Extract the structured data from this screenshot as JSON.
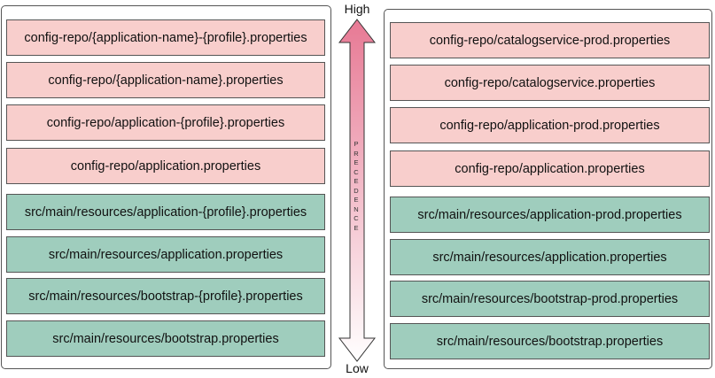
{
  "arrow": {
    "high_label": "High",
    "low_label": "Low",
    "axis_letters": [
      "P",
      "R",
      "E",
      "C",
      "E",
      "D",
      "E",
      "N",
      "C",
      "E"
    ],
    "gradient_top": "#e77994",
    "gradient_bottom": "#ffffff"
  },
  "left": {
    "config": [
      "config-repo/{application-name}-{profile}.properties",
      "config-repo/{application-name}.properties",
      "config-repo/application-{profile}.properties",
      "config-repo/application.properties"
    ],
    "local": [
      "src/main/resources/application-{profile}.properties",
      "src/main/resources/application.properties",
      "src/main/resources/bootstrap-{profile}.properties",
      "src/main/resources/bootstrap.properties"
    ]
  },
  "right": {
    "config": [
      "config-repo/catalogservice-prod.properties",
      "config-repo/catalogservice.properties",
      "config-repo/application-prod.properties",
      "config-repo/application.properties"
    ],
    "local": [
      "src/main/resources/application-prod.properties",
      "src/main/resources/application.properties",
      "src/main/resources/bootstrap-prod.properties",
      "src/main/resources/bootstrap.properties"
    ]
  },
  "colors": {
    "config_fill": "#f8cecc",
    "local_fill": "#9fcdbd"
  }
}
